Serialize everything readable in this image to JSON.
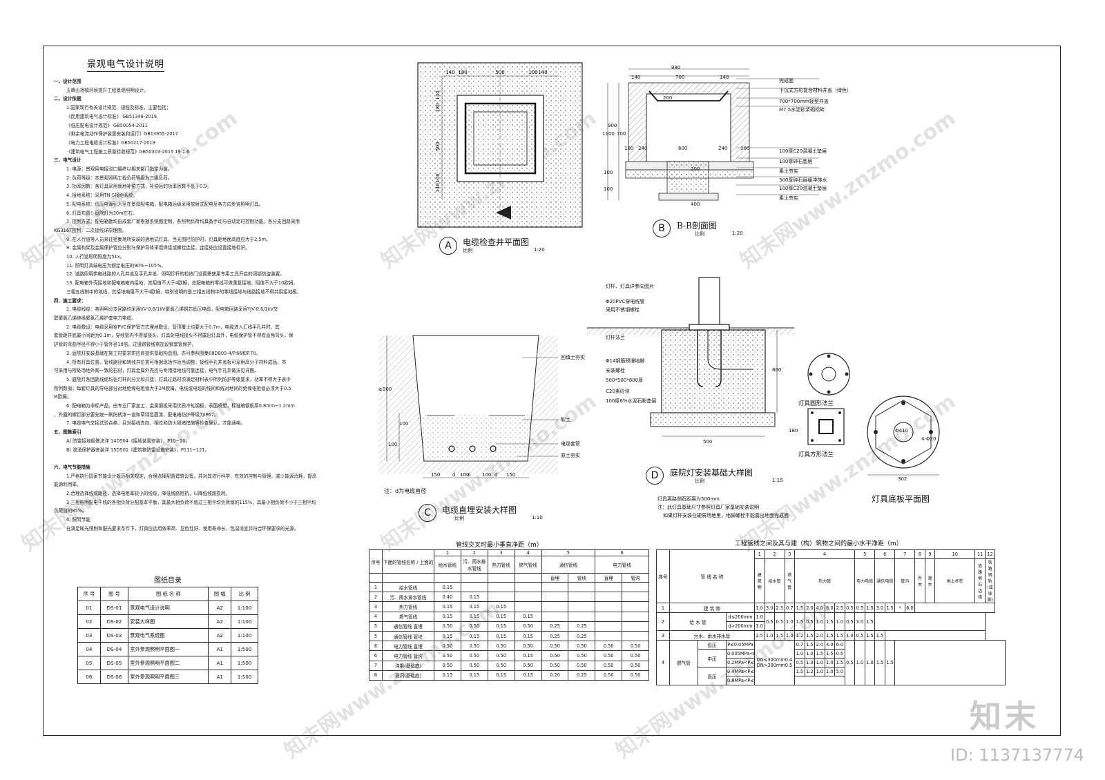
{
  "doc_title": "景观电气设计说明",
  "notes": [
    {
      "t": "一、设计范围",
      "c": "sec"
    },
    {
      "t": "玉峰山场镇环境提升工程景观照明设计。",
      "c": "ind"
    },
    {
      "t": "二、设计依据",
      "c": "sec"
    },
    {
      "t": "1.国家现行有关设计规范、规程及标准，主要包括：",
      "c": "ind"
    },
    {
      "t": "《民用建筑电气设计标准》 GB51348-2019",
      "c": "ind"
    },
    {
      "t": "《低压配电设计规范》 GB50054-2011",
      "c": "ind"
    },
    {
      "t": "《剩余电流动作保护装置安装和运行》GB13955-2017",
      "c": "ind"
    },
    {
      "t": "《电力工程电缆设计标准》GB50217-2018",
      "c": "ind"
    },
    {
      "t": "《建筑电气工程施工质量验收规范》GB50303-2015 19.1.6",
      "c": "ind"
    },
    {
      "t": "三、电气设计",
      "c": "sec"
    },
    {
      "t": "1. 电源：景观用电接驳口最终以相关部门指定为准。",
      "c": "ind"
    },
    {
      "t": "2. 负荷等级：本景观照明工程负荷等级为三级负荷。",
      "c": "ind"
    },
    {
      "t": "3. 功率因数：各灯具采用就地补偿方式，补偿后的功率因数不低于0.9。",
      "c": "ind"
    },
    {
      "t": "4. 接地系统：采用TN-S接地系统。",
      "c": "ind"
    },
    {
      "t": "5. 配电系统：低压电源引入至在景观配电箱，配电箱后级采用放射式配电至各方向步道照明灯具。",
      "c": "ind"
    },
    {
      "t": "6. 灯具布置：庭院灯为30m左右。",
      "c": "ind"
    },
    {
      "t": "7. 控制方式：配电箱勤均由成套厂家根据系统图定制，各照明负荷均具备手动与自动定时控制功能。各分支回路采用",
      "c": "ind"
    },
    {
      "t": "KG316T控制，二次接线详原理图。",
      "c": ""
    },
    {
      "t": "8. 在人行道等人员来往密集场所安装的落地式灯具，当无围栏防护时，灯具距地面高度应大于2.5m。",
      "c": "ind"
    },
    {
      "t": "9. 金属构架及金属保护管应分别与保护导体采用焊接或螺栓连接，连接处应设置接地标识。",
      "c": "ind"
    },
    {
      "t": "10. 人行道照明照度为51x。",
      "c": "ind"
    },
    {
      "t": "11. 照明灯具端电压为额定电压的90%~105%。",
      "c": "ind"
    },
    {
      "t": "12. 道路照明供电线路的人孔井盖及手孔井盖、照明灯杆的检修门设置需使用专用工具开启的闭锁防盗装置。",
      "c": "ind"
    },
    {
      "t": "13. 配电箱外壳接地和配电箱箱内接地，其阻值不大于4欧姆，总配电箱的零线可做重复接地，阻值不大于10欧姆。",
      "c": "ind"
    },
    {
      "t": "三相五线制中的地线，其接地电阻不大于4欧姆，特别说明的是三相五线制中的零线接地与线路接地不得共用接地极。",
      "c": "ind"
    },
    {
      "t": "四、施工要求：",
      "c": "sec"
    },
    {
      "t": "1. 电缆线缆：各照明分支回路均采用VV-0.6/1kV聚氯乙烯铜芯低压电缆，配电箱回路采用YJV-0.6/1kV交",
      "c": "ind"
    },
    {
      "t": "联聚氯乙烯绝缘聚氯乙烯护套电力电缆。",
      "c": ""
    },
    {
      "t": "2. 电缆敷设：电缆采用穿PVC保护管方式埋地敷设，管顶覆土均要大于0.7m，电缆进入汇线手孔井时，其",
      "c": "ind"
    },
    {
      "t": "套管距井底最小间距为0.1m，穿线管内不得留接头，灯具处电线接头不得露出灯具外，电缆保护管不得有直角弯头，保",
      "c": ""
    },
    {
      "t": "护管的弯曲半径不得小于管外径10倍。过道路管线需加设钢套管保护。",
      "c": ""
    },
    {
      "t": "3. 庭院灯安装基础在施工时要求供应商提供基础构造图，亦可参照图集08D800-4/P.66和P.70。",
      "c": "ind"
    },
    {
      "t": "4. 所有灯具位置、管线路径和转线井位置可根据现场作适当调整，接线手孔井盖板可采用高分子材料成品，亦",
      "c": "ind"
    },
    {
      "t": "可采用与所处场地外观一致的石材，灯具金属外壳应与专用接地线可靠连接，电气手孔井做法见详图。",
      "c": ""
    },
    {
      "t": "5. 庭院灯各回路线缆均在灯杆内分叉和并接；灯具过路时须满足材料表中所列防护等级要求，功率不得大于表中",
      "c": "ind"
    },
    {
      "t": "所列数值；每套灯具的导电部分对地绝缘电阻值大于2M欧姆，电线或电缆的线间和线对地间的绝缘电阻值必须大于0.5",
      "c": ""
    },
    {
      "t": "M欧姆。",
      "c": ""
    },
    {
      "t": "6. 配电箱为非标产品，由专业厂家加工，金属钢板采用优质冷轧钢板，表面喷塑，标准箱钢板厚0.8mm~1.2mm",
      "c": "ind"
    },
    {
      "t": "，外露的螺钉部分要先统一刷防锈漆一道和草绿色面漆，配电箱防护等级为IP67。",
      "c": ""
    },
    {
      "t": "7. 电缆电气交接试验合格，且对接线去向、相位和防火隔堵措施等检查确认，才能通电。",
      "c": "ind"
    },
    {
      "t": "五、图集索引",
      "c": "sec"
    },
    {
      "t": "A) 防雷接地极做法详 14D504《接地装置安装》，P10~20。",
      "c": "ind"
    },
    {
      "t": "B) 浪涌保护器安装详 15D501《建筑物防雷设施安装》，P111~121。",
      "c": "ind"
    },
    {
      "t": "",
      "c": ""
    },
    {
      "t": "六、电气节能措施",
      "c": "sec"
    },
    {
      "t": "1.严格执行国家节能设计规范相关规定，合理选择配置建筑设备，并对其进行科学、有效的控制与管理，减少能源消耗，提高",
      "c": "ind"
    },
    {
      "t": "能源利用率。",
      "c": ""
    },
    {
      "t": "2.合理选择线缆路径，选择电阻率较小的线缆，降低线路阻抗，以降低线路损耗。",
      "c": "ind"
    },
    {
      "t": "3.三相照明配电干线的各相负荷分配基本平衡，其最大相负荷不超过三相平均负荷值的115%，其最小相负荷不小于三相平均",
      "c": "ind"
    },
    {
      "t": "负荷值的85%。",
      "c": ""
    },
    {
      "t": "4. 照明节能",
      "c": "ind"
    },
    {
      "t": "在满足眩光限制和配光要求条件下，灯具应选用效率高、显色性好、使用寿命长、色温适宜并符合环保要求的光源。",
      "c": "ind"
    }
  ],
  "index": {
    "title": "图纸目录",
    "headers": [
      "序 号",
      "图 号",
      "图 纸 名 称",
      "图 幅",
      "比 例"
    ],
    "rows": [
      [
        "01",
        "DS-01",
        "景观电气设计说明",
        "A2",
        "1:100"
      ],
      [
        "02",
        "DS-02",
        "安装大样图",
        "A2",
        "1:100"
      ],
      [
        "03",
        "DS-03",
        "景观电气系统图",
        "A2",
        "1:100"
      ],
      [
        "04",
        "DS-04",
        "室外景观照明平面图一",
        "A1",
        "1:500"
      ],
      [
        "05",
        "DS-05",
        "室外景观照明平面图二",
        "A1",
        "1:500"
      ],
      [
        "06",
        "DS-06",
        "室外景观照明平面图三",
        "A1",
        "1:500"
      ]
    ]
  },
  "drawings": {
    "a": {
      "badge": "A",
      "title": "电缆检查井平面图",
      "scale_label": "比例",
      "scale": "1:20",
      "dims_top": [
        "140",
        "180",
        "500",
        "100",
        "140"
      ],
      "dims_left": [
        "140",
        "180",
        "500",
        "100",
        "140"
      ],
      "cut": "B",
      "total": "980"
    },
    "b": {
      "badge": "B",
      "title": "B-B剖面图",
      "scale_label": "比例",
      "scale": "1:20",
      "dims_top": [
        "980",
        "140",
        "700",
        "140"
      ],
      "labels": [
        "完成面",
        "下沉式方形复合材料井盖（绿色）",
        "700*700mm轻型井盖",
        "M7.5水泥砂浆砌标砖",
        "100厚C20混凝土垫层",
        "100厚碎石垫层",
        "素土夯实",
        "300厚碎石层缓冲排水",
        "100厚C20混凝土垫层",
        "素土夯实"
      ],
      "dims_side": [
        "1100",
        "900",
        "700",
        "200",
        "100",
        "100"
      ],
      "dims_mid": [
        "100",
        "240",
        "600",
        "240",
        "100",
        "200",
        "400"
      ]
    },
    "c": {
      "badge": "C",
      "title": "电缆直埋安装大样图",
      "scale_label": "比例",
      "scale": "1:10",
      "labels": [
        "回填土夯实",
        "软土",
        "电缆套管",
        "原土夯实"
      ],
      "note": "注：d为电缆直径",
      "dims_bottom": [
        "150",
        "d",
        "100",
        "d",
        "100",
        "d",
        "150"
      ],
      "dims_left": [
        "≥900",
        "100",
        "100"
      ]
    },
    "d": {
      "badge": "D",
      "title": "庭院灯安装基础大样图",
      "scale_label": "比例",
      "scale": "1:15",
      "labels": [
        "灯杆、灯具详参向图片",
        "Φ20PVC穿电线管",
        "采用不锈钢螺栓",
        "灯杆法兰",
        "Φ14钢筋预埋地脚",
        "安装螺栓",
        "500*500*800厚",
        "C20素砼块",
        "100厚6%水泥石粉垫层"
      ],
      "dims": [
        "800",
        "500"
      ],
      "notes": [
        "灯具离路侧石距离为500mm",
        "注：此灯具基础尺寸参照灯具厂家基础安装说明",
        "如果灯杆安装在硬质场地里，地脚螺栓不能露出地面完成面"
      ]
    },
    "flange": {
      "round": "灯具圆形法兰",
      "square": "灯具方形法兰",
      "dim": "180"
    },
    "base": {
      "title": "灯具底板平面图",
      "dims": [
        "302",
        "Φ410",
        "4-Φ20"
      ]
    }
  },
  "t1": {
    "title": "管线交叉时最小垂直净距（m）",
    "rows": [
      [
        "1",
        "给水管线",
        "0.15",
        "",
        "",
        "",
        "",
        "",
        "",
        ""
      ],
      [
        "2",
        "污、雨水排水管线",
        "0.40",
        "0.15",
        "",
        "",
        "",
        "",
        "",
        ""
      ],
      [
        "3",
        "热力管线",
        "0.15",
        "0.15",
        "0.15",
        "",
        "",
        "",
        "",
        ""
      ],
      [
        "4",
        "燃气管线",
        "0.15",
        "0.15",
        "0.15",
        "0.15",
        "",
        "",
        "",
        ""
      ],
      [
        "5",
        "通信管线 直埋",
        "0.50",
        "0.50",
        "0.15",
        "0.50",
        "0.25",
        "0.25",
        "",
        ""
      ],
      [
        "5",
        "通信管线 管块",
        "0.15",
        "0.15",
        "0.15",
        "0.15",
        "0.25",
        "0.25",
        "",
        ""
      ],
      [
        "6",
        "电力管线 直埋",
        "0.50",
        "0.50",
        "0.50",
        "0.50",
        "0.50",
        "0.50",
        "0.50",
        "0.50"
      ],
      [
        "6",
        "电力管线 管沟",
        "0.50",
        "0.50",
        "0.50",
        "0.15",
        "0.50",
        "0.50",
        "0.50",
        "0.50"
      ],
      [
        "7",
        "沟渠(基础底)",
        "0.50",
        "0.50",
        "0.50",
        "0.50",
        "0.50",
        "0.50",
        "0.50",
        "0.50"
      ],
      [
        "8",
        "涵洞(基础底)",
        "0.15",
        "0.15",
        "0.15",
        "0.15",
        "0.20",
        "0.25",
        "0.50",
        "0.50"
      ]
    ],
    "headers": {
      "no": "序号",
      "name": "下面的管线名称 / 上面的管线名称",
      "cols": [
        "给水管线",
        "污、雨水排水管线",
        "热力管线",
        "燃气管线",
        "直埋",
        "管块",
        "直埋",
        "管沟"
      ],
      "groups": [
        "通信管线",
        "电力管线"
      ],
      "nums": [
        "1",
        "2",
        "3",
        "4",
        "5",
        "6"
      ]
    }
  },
  "t2": {
    "title": "工程管线之间及其与建（构）筑物之间的最小水平净距（m）",
    "header_nums": [
      "1",
      "2",
      "3",
      "4",
      "5",
      "6",
      "7",
      "8",
      "9",
      "10",
      "11",
      "12"
    ],
    "name_head": "管 线 名 称",
    "no_head": "序号",
    "row1": "建 筑 物",
    "row2": "给 水 管",
    "row2a": "d≤200mm",
    "row2b": "d>200mm",
    "row3": "污水、雨水排水管",
    "row4": "燃气管",
    "row4a": [
      "低压",
      "中压",
      "高压"
    ],
    "row4b": [
      "P≤0.05MPa",
      "0.005MPa<P≤0.2MPa",
      "0.2MPa<P≤0.4MPa",
      "0.4MPa<P≤0.8MPa",
      "0.8MPa<P≤1.6MPa"
    ],
    "side_note": [
      "DN≤300mm0.4",
      "DN>300mm0.5"
    ],
    "row1vals": [
      "1.0",
      "3.0",
      "2.5",
      "0.7",
      "1.5",
      "2.0",
      "4.0",
      "6.0",
      "2.5",
      "0.5",
      "0.5",
      "1.5",
      "3.0",
      "1.5",
      "*",
      "6.0"
    ],
    "row2vals": [
      "1.0",
      "0.5",
      "0.5",
      "1.0",
      "1.5",
      "0.5",
      "1.0",
      "1.5",
      "1.0",
      "0.5",
      "3.0",
      "1.5"
    ],
    "row3vals": [
      "2.5",
      "1.0",
      "1.5",
      "1.0",
      "1.2",
      "1.5",
      "2.0",
      "1.5",
      "1.5",
      "1.0",
      "0.5",
      "1.5",
      "1.5"
    ],
    "row4vals": [
      "0.7",
      "1.5",
      "2.0",
      "4.0",
      "6.0",
      "0.5",
      "1.0",
      "1.0",
      "1.5",
      "1.5",
      "1.0",
      "1.0",
      "1.5",
      "1.5",
      "0.5",
      "0.5",
      "1.0",
      "1.0",
      "1.0",
      "1.5",
      "1.5",
      "1.2",
      "1.0",
      "1.0",
      "5.0"
    ],
    "head_labels": [
      "建筑物",
      "给水管",
      "燃气管",
      "热力管",
      "电力电缆",
      "通信电缆",
      "管沟",
      "乔木",
      "灌木",
      "地上杆柱",
      "道路侧石边缘",
      "铁路钢轨(或坡脚)"
    ]
  },
  "watermark": "知末网www.znzmo.com",
  "logo": "知末",
  "id_tag": "ID: 1137137774"
}
